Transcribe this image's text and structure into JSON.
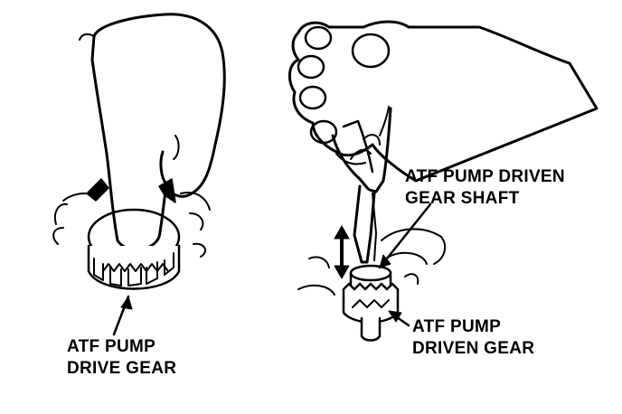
{
  "labels": {
    "drive_gear": {
      "line1": "ATF PUMP",
      "line2": "DRIVE GEAR"
    },
    "driven_gear_shaft": {
      "line1": "ATF PUMP DRIVEN",
      "line2": "GEAR SHAFT"
    },
    "driven_gear": {
      "line1": "ATF PUMP",
      "line2": "DRIVEN GEAR"
    }
  },
  "colors": {
    "ink": "#000000",
    "background": "#ffffff"
  }
}
